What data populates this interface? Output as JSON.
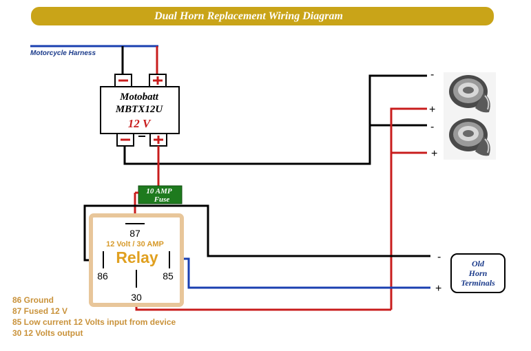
{
  "title": "Dual Horn Replacement Wiring Diagram",
  "harness_label": "Motorcycle Harness",
  "battery": {
    "brand": "Motobatt",
    "model": "MBTX12U",
    "voltage": "12 V"
  },
  "fuse": {
    "rating": "10 AMP",
    "label": "Fuse"
  },
  "relay": {
    "pin_87": "87",
    "rating": "12 Volt / 30 AMP",
    "label": "Relay",
    "pin_86": "86",
    "pin_85": "85",
    "pin_30": "30"
  },
  "horns": {
    "negative": "-",
    "positive": "+"
  },
  "old_horn": {
    "negative": "-",
    "positive": "+",
    "label_1": "Old",
    "label_2": "Horn",
    "label_3": "Terminals"
  },
  "legend": [
    "86 Ground",
    "87 Fused 12 V",
    "85 Low current 12 Volts input from device",
    "30 12 Volts output"
  ],
  "colors": {
    "banner": "#c9a418",
    "positive_wire": "#c81c1c",
    "negative_wire": "#000000",
    "signal_wire": "#1a3fb0",
    "fuse": "#1e7a1e",
    "legend_text": "#c9923a"
  }
}
